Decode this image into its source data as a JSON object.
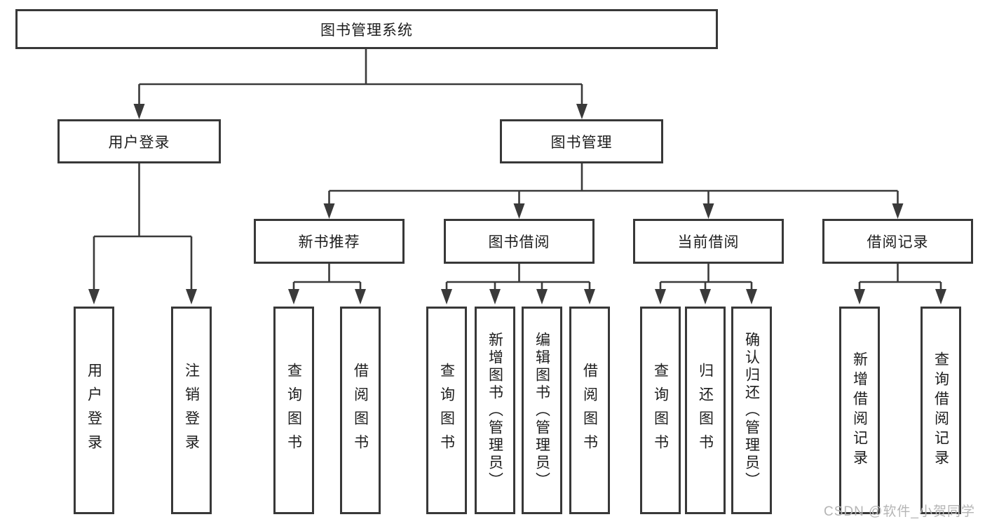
{
  "tree": {
    "root": "图书管理系统",
    "user_login": {
      "label": "用户登录",
      "children": [
        "用户登录",
        "注销登录"
      ]
    },
    "book_mgmt": {
      "label": "图书管理",
      "sections": [
        {
          "label": "新书推荐",
          "children": [
            "查询图书",
            "借阅图书"
          ]
        },
        {
          "label": "图书借阅",
          "children": [
            "查询图书",
            "新增图书（管理员）",
            "编辑图书（管理员）",
            "借阅图书"
          ]
        },
        {
          "label": "当前借阅",
          "children": [
            "查询图书",
            "归还图书",
            "确认归还（管理员）"
          ]
        },
        {
          "label": "借阅记录",
          "children": [
            "新增借阅记录",
            "查询借阅记录"
          ]
        }
      ]
    }
  },
  "watermark": "CSDN @软件_小贺同学",
  "colors": {
    "line": "#3a3a3a",
    "box_border": "#383838",
    "text": "#1d1d1d",
    "watermark": "#b5b5b5",
    "background": "#ffffff"
  }
}
